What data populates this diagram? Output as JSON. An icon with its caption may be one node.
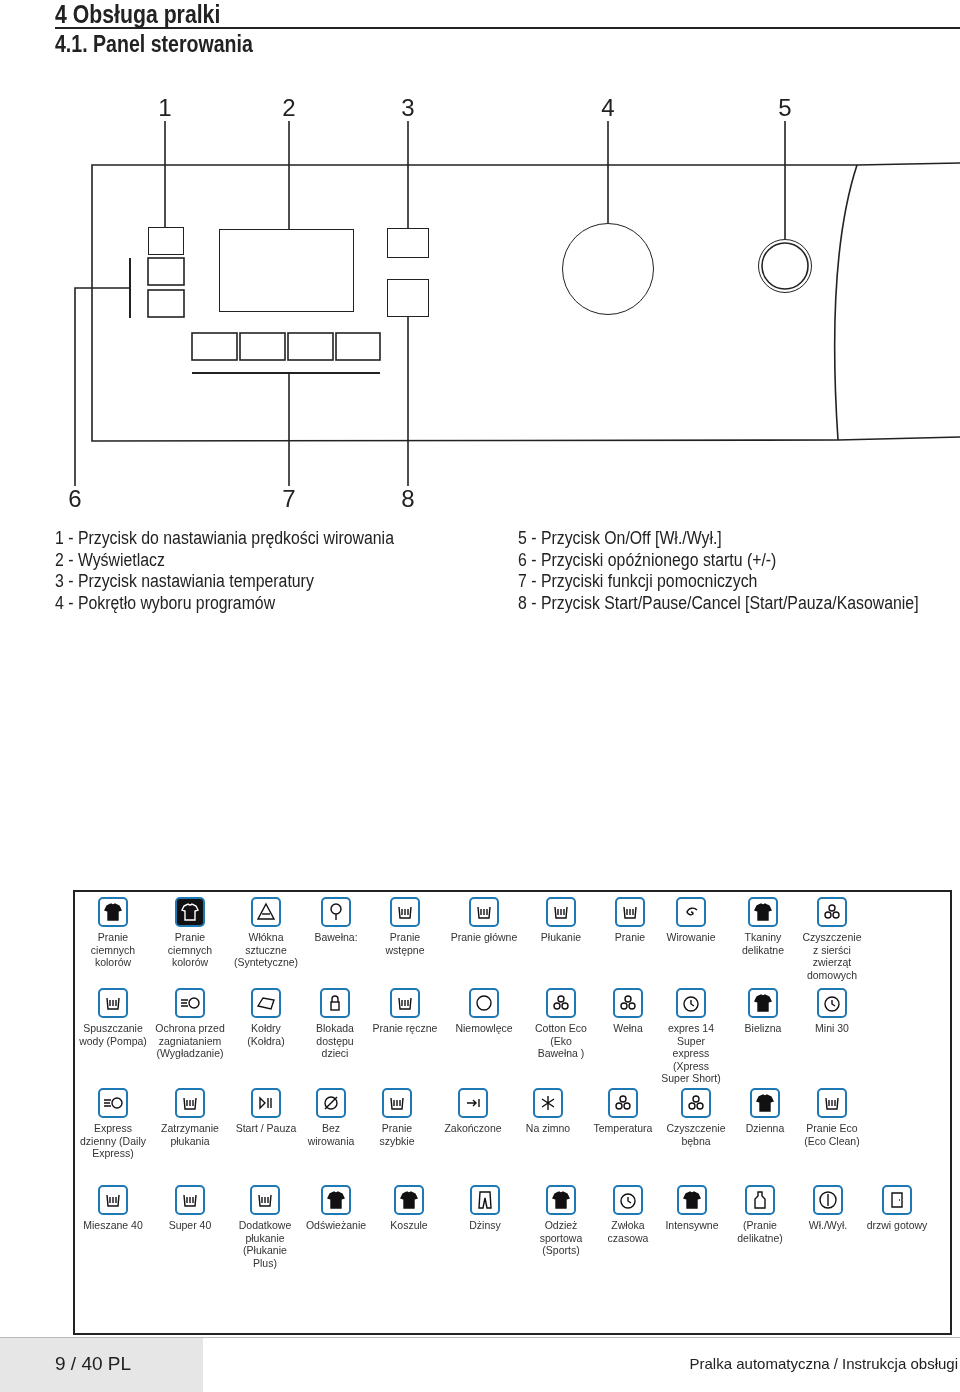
{
  "diagram": {
    "title": "4 Obsługa pralki",
    "nodes": [
      {
        "text": [
          "1"
        ]
      },
      {
        "text": [
          "2"
        ]
      },
      {
        "text": [
          "3"
        ]
      },
      {
        "text": [
          "4"
        ]
      },
      {
        "text": [
          "5"
        ]
      },
      {
        "text": [
          "6"
        ]
      },
      {
        "text": [
          "7"
        ]
      },
      {
        "text": [
          "8"
        ]
      },
      {
        "text": [],
        "shape": "box"
      },
      {
        "text": [],
        "shape": "box"
      },
      {
        "text": [],
        "shape": "box"
      },
      {
        "text": [],
        "shape": "circle"
      },
      {
        "text": [],
        "shape": "circle"
      },
      {
        "text": [],
        "shape": "bar"
      },
      {
        "text": [],
        "shape": "bar"
      },
      {
        "text": [],
        "shape": "box"
      }
    ],
    "edges": [
      {
        "from": 0,
        "to": 8,
        "arrow": "none"
      },
      {
        "from": 1,
        "to": 9,
        "arrow": "none"
      },
      {
        "from": 2,
        "to": 10,
        "arrow": "none"
      },
      {
        "from": 3,
        "to": 11,
        "arrow": "none"
      },
      {
        "from": 4,
        "to": 12,
        "arrow": "none"
      },
      {
        "from": 5,
        "to": 13,
        "arrow": "none"
      },
      {
        "from": 6,
        "to": 14,
        "arrow": "none"
      },
      {
        "from": 7,
        "to": 15,
        "arrow": "none"
      }
    ],
    "labels": [
      "4.1. Panel sterowania",
      "1 - Przycisk do nastawiania prędkości wirowania",
      "2 - Wyświetlacz",
      "3 - Przycisk nastawiania temperatury",
      "4 - Pokrętło wyboru programów",
      "5 - Przycisk On/Off [Wł./Wył.]",
      "6 - Przyciski opóźnionego startu (+/-)",
      "7 - Przyciski funkcji pomocniczych",
      "8 - Przycisk Start/Pause/Cancel [Start/Pauza/Kasowanie]",
      "Pranie ciemnych kolorów",
      "Pranie ciemnych kolorów",
      "Włókna sztuczne (Syntetyczne)",
      "Bawełna:",
      "Pranie wstępne",
      "Pranie główne",
      "Płukanie",
      "Pranie",
      "Wirowanie",
      "Tkaniny delikatne",
      "Czyszczenie z sierści zwierząt domowych",
      "Spuszczanie wody (Pompa)",
      "Ochrona przed zagniataniem (Wygładzanie)",
      "Kołdry (Kołdra)",
      "Blokada dostępu dzieci",
      "Pranie ręczne",
      "Niemowlęce",
      "Cotton Eco (Eko Bawełna )",
      "Wełna",
      "expres 14 Super express (Xpress Super Short)",
      "Bielizna",
      "Mini 30",
      "Express dzienny (Daily Express)",
      "Zatrzymanie płukania",
      "Start / Pauza",
      "Bez wirowania",
      "Pranie szybkie",
      "Zakończone",
      "Na zimno",
      "Temperatura",
      "Czyszczenie bębna",
      "Dzienna",
      "Pranie Eco (Eco Clean)",
      "Mieszane 40",
      "Super 40",
      "Dodatkowe płukanie (Płukanie Plus)",
      "Odświeżanie",
      "Koszule",
      "Dżinsy",
      "Odzież sportowa (Sports)",
      "Zwłoka czasowa",
      "Intensywne",
      "(Pranie delikatne)",
      "Wł./Wył.",
      "drzwi gotowy",
      "9 / 40 PL",
      "Pralka automatyczna / Instrukcja obsługi"
    ]
  }
}
